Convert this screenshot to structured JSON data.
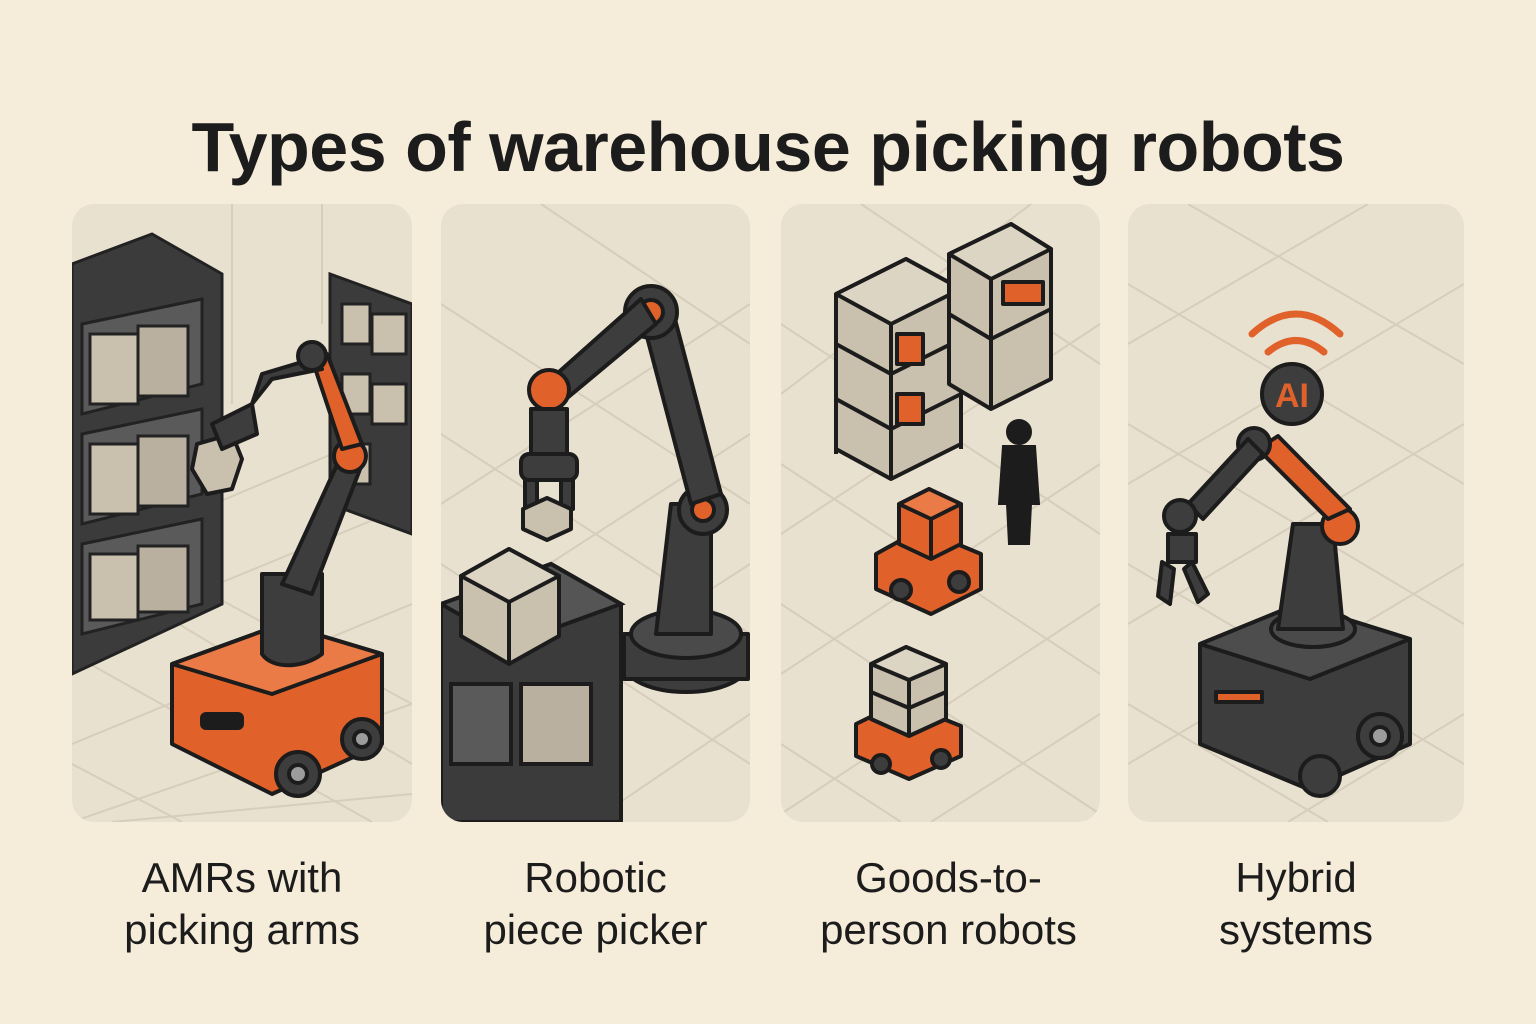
{
  "title": "Types of warehouse picking robots",
  "colors": {
    "background": "#f6ecda",
    "panel": "#e9e1d0",
    "accent": "#e0622a",
    "dark": "#3d3d3d",
    "box": "#c9c0ae"
  },
  "panels": [
    {
      "icon": "amr-picking-arm-robot-illustration",
      "caption_line1": "AMRs with",
      "caption_line2": "picking arms"
    },
    {
      "icon": "robotic-arm-piece-picker-illustration",
      "caption_line1": "Robotic",
      "caption_line2": "piece picker"
    },
    {
      "icon": "goods-to-person-robots-illustration",
      "caption_line1": "Goods-to-",
      "caption_line2": "person robots"
    },
    {
      "icon": "hybrid-ai-robot-illustration",
      "caption_line1": "Hybrid",
      "caption_line2": "systems",
      "badge_text": "AI"
    }
  ]
}
